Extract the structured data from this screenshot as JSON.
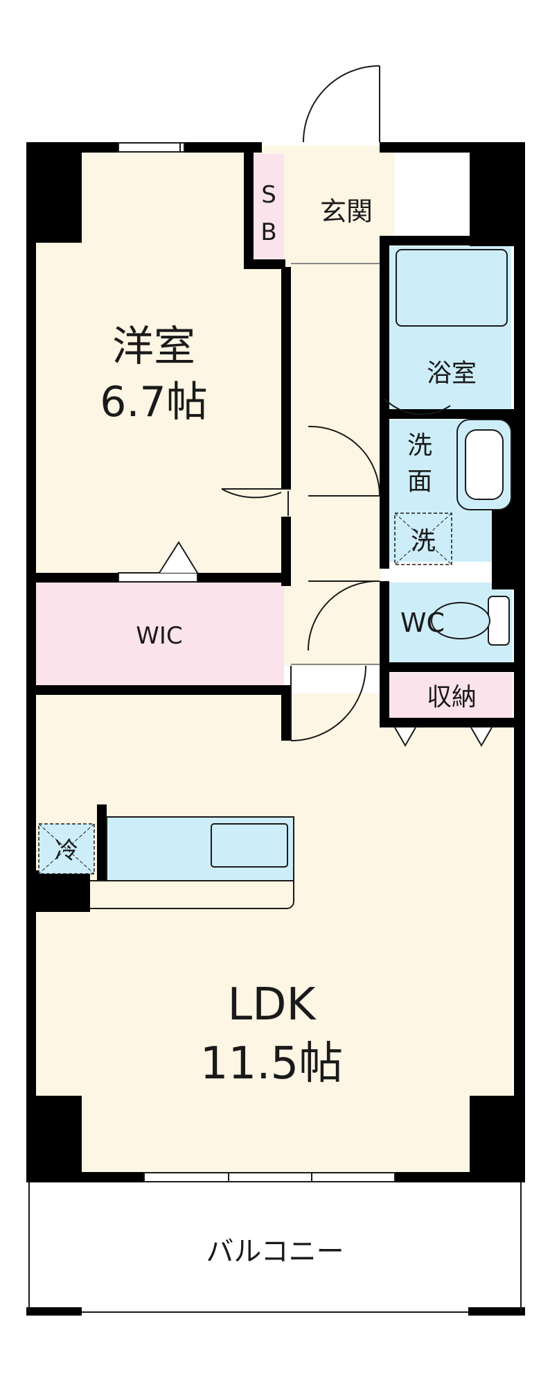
{
  "colors": {
    "wall": "#000000",
    "floor_cream": "#fdf6e4",
    "floor_pink": "#fbe3ec",
    "wet_blue": "#cdeef9",
    "outline": "#1a1a1a",
    "fixture_fill": "#ffffff"
  },
  "rooms": {
    "western_room": {
      "name": "洋室",
      "size": "6.7帖"
    },
    "ldk": {
      "name": "LDK",
      "size": "11.5帖"
    },
    "entrance": {
      "name": "玄関"
    },
    "shoe_box": {
      "line1": "S",
      "line2": "B"
    },
    "bathroom": {
      "name": "浴室"
    },
    "washroom": {
      "line1": "洗",
      "line2": "面"
    },
    "washer_space": {
      "name": "洗"
    },
    "toilet": {
      "name": "WC"
    },
    "storage": {
      "name": "収納"
    },
    "walk_in_closet": {
      "name": "WIC"
    },
    "fridge_space": {
      "name": "冷"
    },
    "balcony": {
      "name": "バルコニー"
    }
  }
}
